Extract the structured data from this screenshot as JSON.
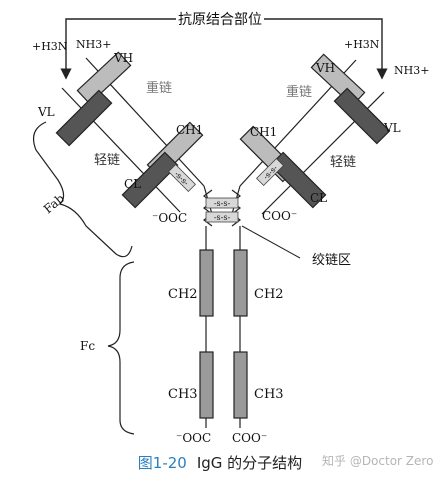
{
  "figure": {
    "number": "图1-20",
    "title": "IgG 的分子结构",
    "watermark": "知乎 @Doctor Zero"
  },
  "labels": {
    "antigen_site": "抗原结合部位",
    "heavy_chain": "重链",
    "light_chain": "轻链",
    "hinge": "绞链区",
    "fab": "Fab",
    "fc": "Fc",
    "nh3_left": "+H3N",
    "nh3_top_left": "NH3+",
    "nh3_top_right": "+H3N",
    "nh3_right": "NH3+",
    "ooc_left": "⁻OOC",
    "coo_right": "COO⁻",
    "ooc_bottom_left": "⁻OOC",
    "coo_bottom_right": "COO⁻",
    "ss": "-s-s-"
  },
  "domains": {
    "vh": "VH",
    "vl": "VL",
    "ch1": "CH1",
    "cl": "CL",
    "ch2": "CH2",
    "ch3": "CH3"
  },
  "colors": {
    "heavy": "#bcbcbc",
    "light": "#555555",
    "line": "#222222",
    "caption_blue": "#2a7fc0"
  }
}
